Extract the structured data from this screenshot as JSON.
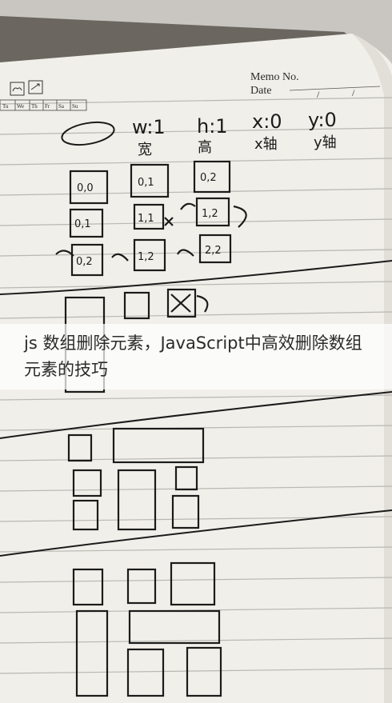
{
  "caption": "js 数组删除元素，JavaScript中高效删除数组元素的技巧",
  "notebook": {
    "memo_label": "Memo No.",
    "date_label": "Date",
    "date_slashes": [
      "/",
      "/"
    ],
    "weekdays": [
      "Tu",
      "We",
      "Th",
      "Fr",
      "Sa",
      "Su"
    ]
  },
  "handwriting": {
    "header_params": [
      "w:1",
      "h:1",
      "x:0",
      "y:0"
    ],
    "header_notes": [
      "宽",
      "高",
      "x轴",
      "y轴"
    ],
    "cells": [
      [
        "0,0",
        "0,1",
        "0,2"
      ],
      [
        "0,1",
        "1,1",
        "1,2"
      ],
      [
        "0,2",
        "1,2",
        "2,2"
      ]
    ]
  },
  "ink_color": "#1b1b1b",
  "paper_color": "#f1efe9",
  "rule_color": "#b9b7b2"
}
